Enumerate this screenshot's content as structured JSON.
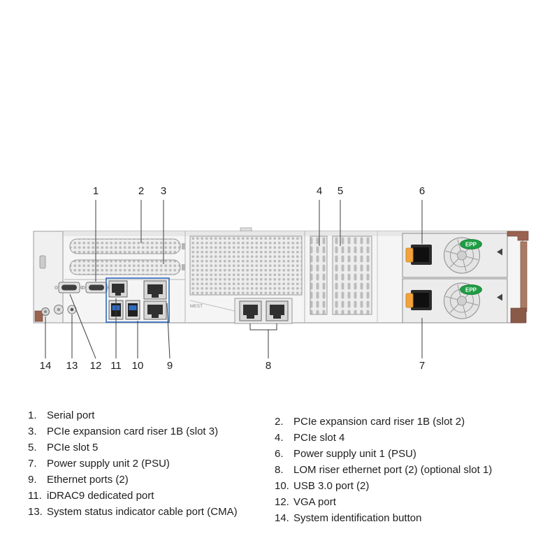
{
  "diagram": {
    "top_callouts": [
      "1",
      "2",
      "3",
      "4",
      "5",
      "6"
    ],
    "bottom_callouts": [
      "14",
      "13",
      "12",
      "11",
      "10",
      "9",
      "8",
      "7"
    ],
    "psu_badge": "EPP",
    "chassis_label": "MEST",
    "colors": {
      "highlight_box": "#2f6bc0",
      "usb_blue": "#2f6bc0",
      "psu_clip_orange": "#f2a33c",
      "epp_green": "#1f9d44",
      "bracket_brown": "#9a6250"
    }
  },
  "legend": {
    "left": [
      {
        "num": "1.",
        "text": "Serial port"
      },
      {
        "num": "3.",
        "text": "PCIe expansion card riser 1B (slot 3)"
      },
      {
        "num": "5.",
        "text": "PCIe slot 5"
      },
      {
        "num": "7.",
        "text": "Power supply unit 2 (PSU)"
      },
      {
        "num": "9.",
        "text": "Ethernet ports (2)"
      },
      {
        "num": "11.",
        "text": "iDRAC9 dedicated port"
      },
      {
        "num": "13.",
        "text": "System status indicator cable port (CMA)"
      }
    ],
    "right": [
      {
        "num": "2.",
        "text": "PCIe expansion card riser 1B (slot 2)"
      },
      {
        "num": "4.",
        "text": "PCIe slot 4"
      },
      {
        "num": "6.",
        "text": "Power supply unit 1 (PSU)"
      },
      {
        "num": "8.",
        "text": "LOM riser ethernet port (2) (optional slot 1)"
      },
      {
        "num": "10.",
        "text": "USB 3.0 port (2)"
      },
      {
        "num": "12.",
        "text": "VGA port"
      },
      {
        "num": "14.",
        "text": "System identification button"
      }
    ]
  }
}
